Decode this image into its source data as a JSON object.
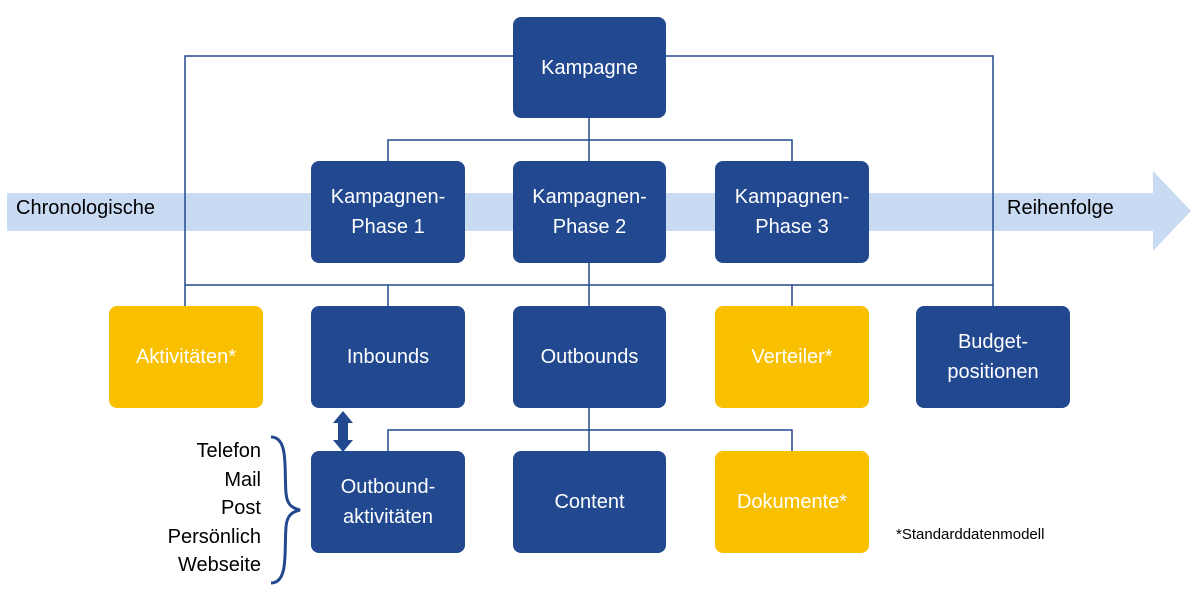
{
  "colors": {
    "node_blue": "#22498f",
    "node_yellow": "#f9c000",
    "arrow": "#c9daf3",
    "connector": "#22498f"
  },
  "timeline": {
    "left_label": "Chronologische",
    "right_label": "Reihenfolge"
  },
  "nodes": {
    "kampagne": "Kampagne",
    "phase1": [
      "Kampagnen-",
      "Phase 1"
    ],
    "phase2": [
      "Kampagnen-",
      "Phase 2"
    ],
    "phase3": [
      "Kampagnen-",
      "Phase 3"
    ],
    "aktivitaeten": "Aktivitäten*",
    "inbounds": "Inbounds",
    "outbounds": "Outbounds",
    "verteiler": "Verteiler*",
    "budget": [
      "Budget-",
      "positionen"
    ],
    "outboundaktivitaeten": [
      "Outbound-",
      "aktivitäten"
    ],
    "content": "Content",
    "dokumente": "Dokumente*"
  },
  "channels": [
    "Telefon",
    "Mail",
    "Post",
    "Persönlich",
    "Webseite"
  ],
  "footnote": "*Standarddatenmodell"
}
